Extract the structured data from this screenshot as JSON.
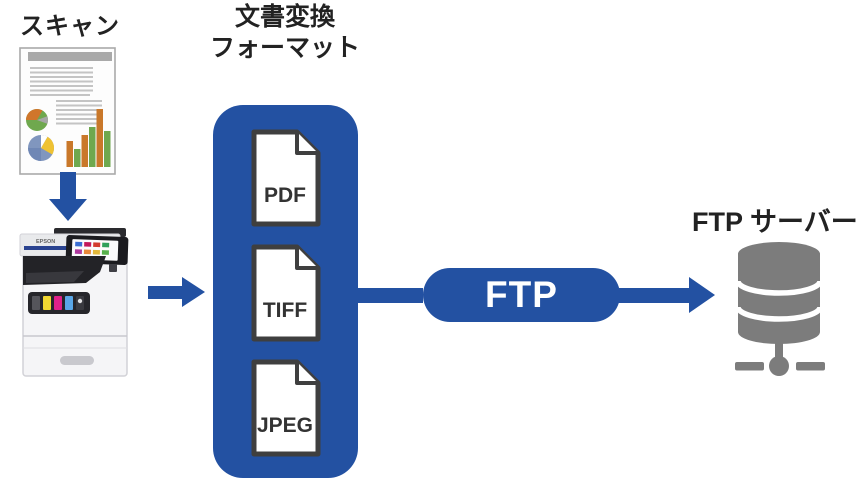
{
  "labels": {
    "scan": "スキャン",
    "format_title_line1": "文書変換",
    "format_title_line2": "フォーマット",
    "protocol": "FTP",
    "server": "FTP サーバー"
  },
  "formats": [
    {
      "label": "PDF"
    },
    {
      "label": "TIFF"
    },
    {
      "label": "JPEG"
    }
  ],
  "icons": {
    "source": "scanned-document-with-charts-icon",
    "device": "multifunction-printer-icon",
    "transport": "ftp-pill",
    "destination": "database-server-icon"
  },
  "colors": {
    "accent_blue": "#2351A2",
    "server_gray": "#7C7C7C",
    "text": "#222222"
  }
}
